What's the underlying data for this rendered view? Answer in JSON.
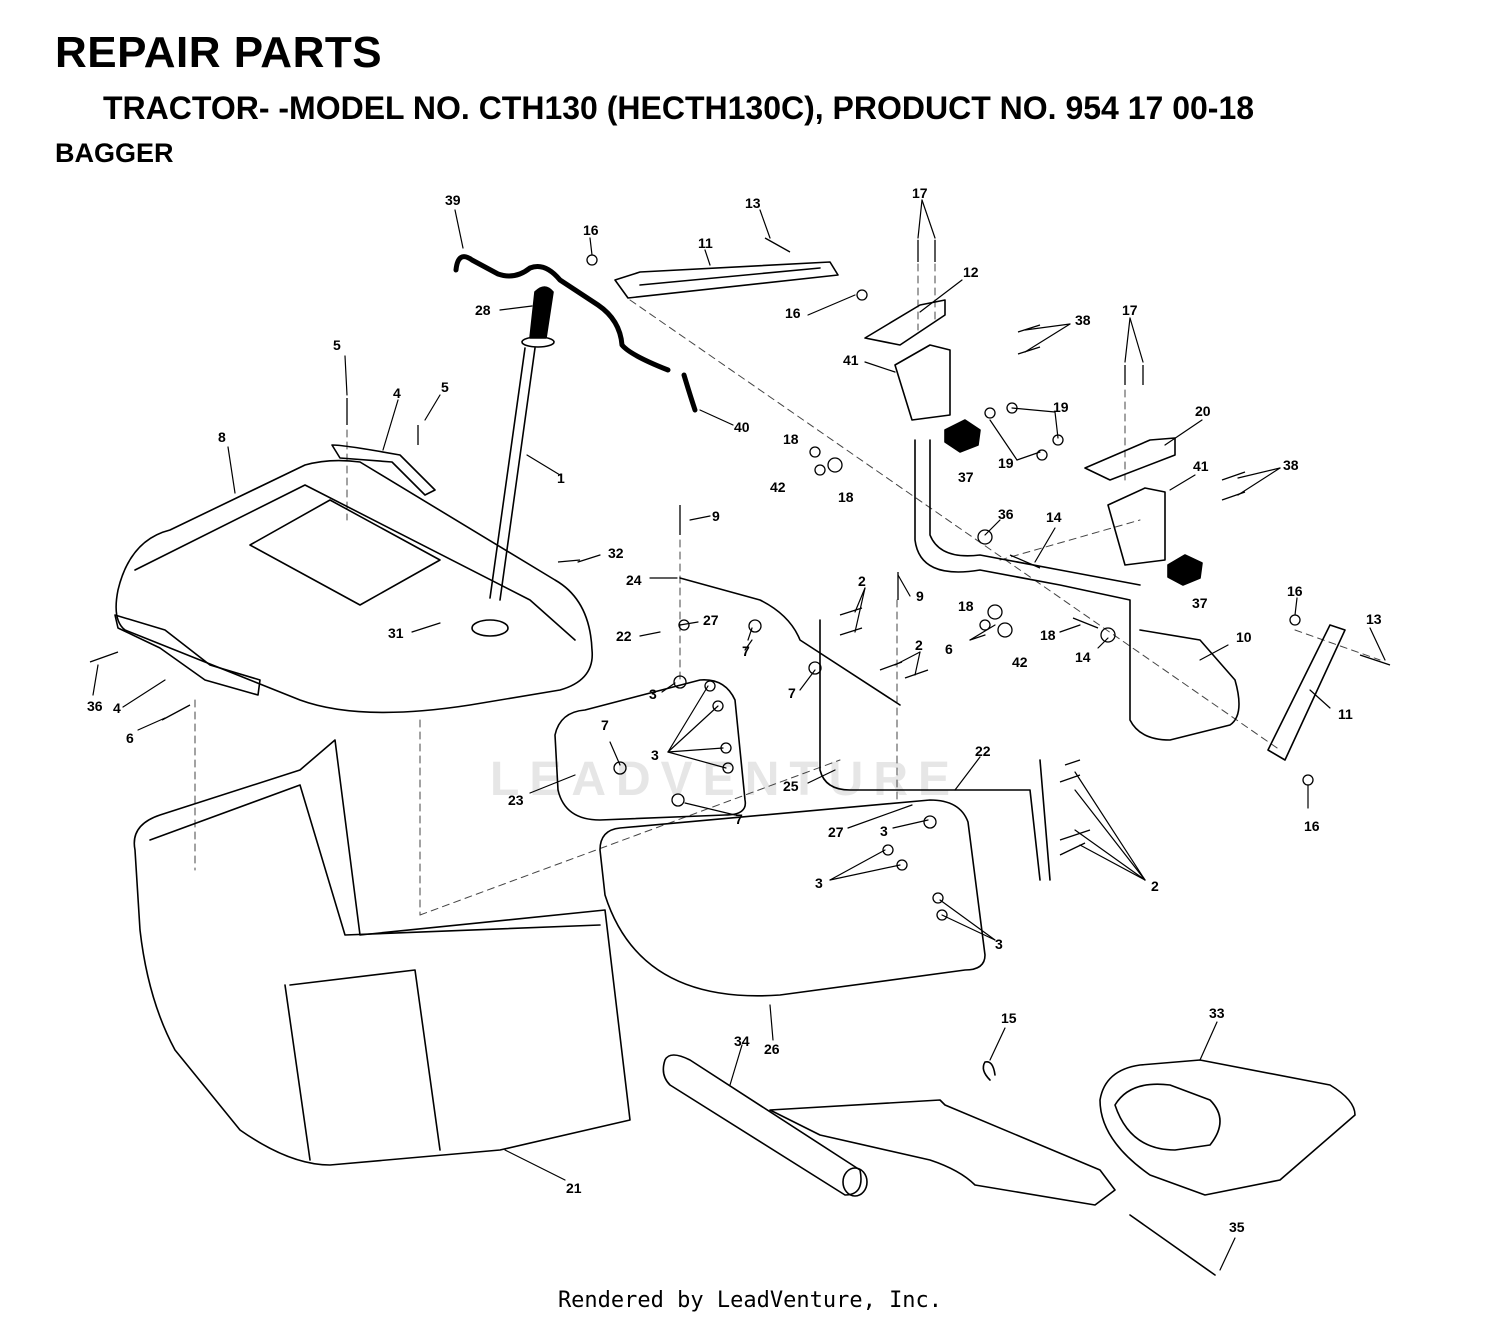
{
  "header": {
    "title": "REPAIR PARTS",
    "subtitle": "TRACTOR- -MODEL NO. CTH130 (HECTH130C), PRODUCT NO. 954 17 00-18",
    "section": "BAGGER"
  },
  "watermark": "LEADVENTURE",
  "footer": "Rendered by LeadVenture, Inc.",
  "callouts": [
    "39",
    "13",
    "16",
    "11",
    "17",
    "28",
    "12",
    "38",
    "16",
    "41",
    "5",
    "4",
    "5",
    "40",
    "17",
    "19",
    "1",
    "18",
    "8",
    "37",
    "19",
    "20",
    "42",
    "18",
    "41",
    "38",
    "9",
    "36",
    "14",
    "32",
    "24",
    "2",
    "9",
    "37",
    "22",
    "27",
    "31",
    "7",
    "2",
    "16",
    "18",
    "13",
    "6",
    "42",
    "18",
    "14",
    "36",
    "4",
    "3",
    "7",
    "10",
    "11",
    "6",
    "3",
    "7",
    "22",
    "23",
    "25",
    "7",
    "27",
    "3",
    "16",
    "3",
    "2",
    "3",
    "33",
    "34",
    "26",
    "15",
    "21",
    "35"
  ],
  "colors": {
    "ink": "#000000",
    "dash": "#444444",
    "watermark": "#e6e6e6"
  }
}
